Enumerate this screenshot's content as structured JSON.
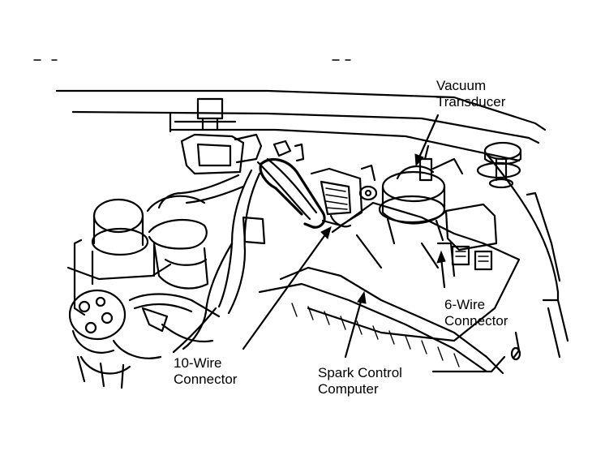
{
  "labels": {
    "vacuum_transducer": {
      "line1": "Vacuum",
      "line2": "Transducer"
    },
    "six_wire_connector": {
      "line1": "6-Wire",
      "line2": "Connector"
    },
    "ten_wire_connector": {
      "line1": "10-Wire",
      "line2": "Connector"
    },
    "spark_control_computer": {
      "line1": "Spark Control",
      "line2": "Computer"
    }
  }
}
